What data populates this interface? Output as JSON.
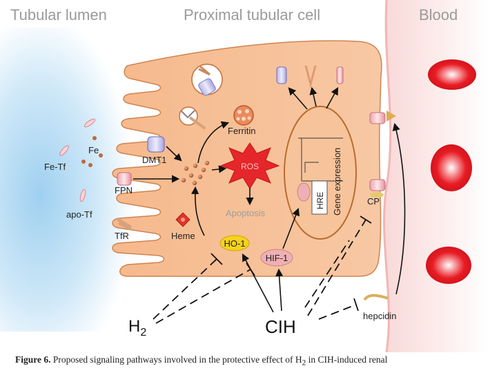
{
  "regions": {
    "lumen": "Tubular lumen",
    "cell": "Proximal tubular cell",
    "blood": "Blood"
  },
  "labels": {
    "fe": "Fe",
    "fe_tf": "Fe-Tf",
    "apo_tf": "apo-Tf",
    "tfr": "TfR",
    "dmt1": "DMT1",
    "fpn": "FPN",
    "ferritin": "Ferritin",
    "ros": "ROS",
    "apoptosis": "Apoptosis",
    "heme": "Heme",
    "ho1": "HO-1",
    "hif1": "HIF-1",
    "hre": "HRE",
    "gene_expression": "Gene expression",
    "cp": "CP",
    "hepcidin": "hepcidin",
    "h2_main": "H",
    "h2_sub": "2",
    "cih": "CIH"
  },
  "caption": {
    "figure": "Figure 6.",
    "text_before": " Proposed signaling pathways involved in the protective effect of H",
    "sub": "2",
    "text_after": " in CIH-induced renal"
  },
  "colors": {
    "cell_fill": "#f7c39a",
    "cell_stroke": "#c7703d",
    "lumen_blue": "#b7dcf3",
    "blood_pink": "#f3c9c8",
    "rbc_red": "#e81c24",
    "ros_red": "#e5262a",
    "ho1_yellow": "#f5d21c",
    "hif1_pink": "#eeb0b3",
    "dots_brown": "#b9643c"
  }
}
